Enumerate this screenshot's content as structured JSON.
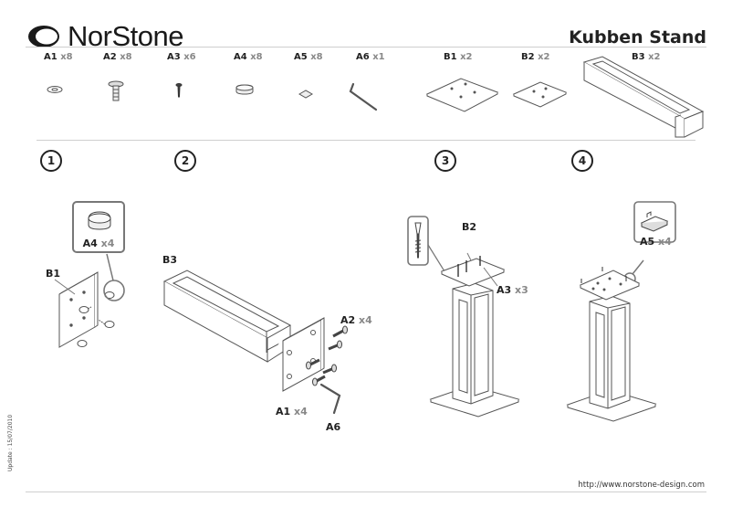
{
  "brand": "NorStone",
  "title": "Kubben Stand",
  "parts": [
    {
      "id": "A1",
      "qty": "x8",
      "icon": "washer-icon"
    },
    {
      "id": "A2",
      "qty": "x8",
      "icon": "bolt-icon"
    },
    {
      "id": "A3",
      "qty": "x6",
      "icon": "screw-icon"
    },
    {
      "id": "A4",
      "qty": "x8",
      "icon": "foot-pad-icon"
    },
    {
      "id": "A5",
      "qty": "x8",
      "icon": "square-pad-icon"
    },
    {
      "id": "A6",
      "qty": "x1",
      "icon": "allen-key-icon"
    },
    {
      "id": "B1",
      "qty": "x2",
      "icon": "base-plate-icon"
    },
    {
      "id": "B2",
      "qty": "x2",
      "icon": "top-plate-icon"
    },
    {
      "id": "B3",
      "qty": "x2",
      "icon": "column-frame-icon"
    }
  ],
  "steps": [
    "1",
    "2",
    "3",
    "4"
  ],
  "step1": {
    "plate": "B1",
    "callout_id": "A4",
    "callout_qty": "x4"
  },
  "step2": {
    "frame": "B3",
    "bolt_id": "A2",
    "bolt_qty": "x4",
    "washer_id": "A1",
    "washer_qty": "x4",
    "key": "A6"
  },
  "step3": {
    "plate": "B2",
    "screw_id": "A3",
    "screw_qty": "x3"
  },
  "step4": {
    "callout_id": "A5",
    "callout_qty": "x4"
  },
  "update": "Update : 15/07/2010",
  "url": "http://www.norstone-design.com"
}
